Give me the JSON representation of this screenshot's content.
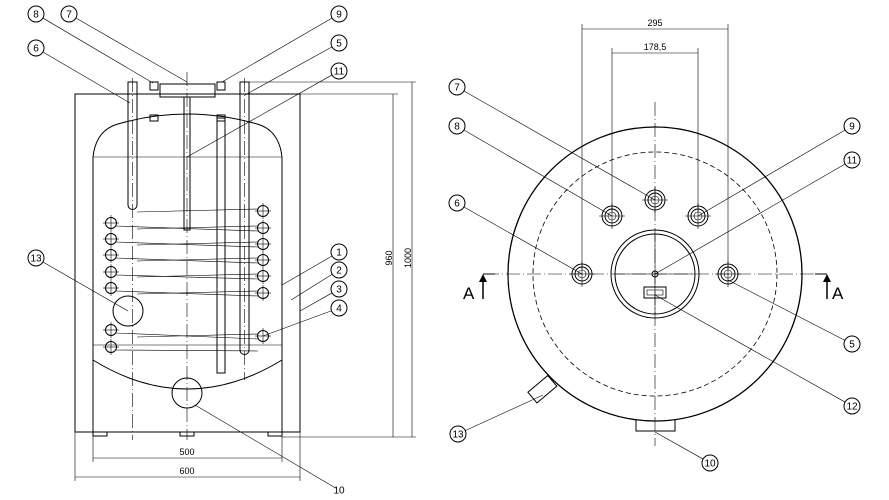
{
  "section_view": {
    "callouts": {
      "c8": "8",
      "c7": "7",
      "c6": "6",
      "c9": "9",
      "c5": "5",
      "c11": "11",
      "c13": "13",
      "c1": "1",
      "c2": "2",
      "c3": "3",
      "c4": "4",
      "c10": "10"
    },
    "dimensions": {
      "height_inner": "960",
      "height_total": "1000",
      "width_inner": "500",
      "width_total": "600"
    }
  },
  "top_view": {
    "callouts": {
      "c7": "7",
      "c8": "8",
      "c6": "6",
      "c9": "9",
      "c11": "11",
      "c5": "5",
      "c12": "12",
      "c13": "13",
      "c10": "10"
    },
    "dimensions": {
      "outer_spacing": "295",
      "inner_spacing": "178,5"
    },
    "section_marker_left": "A",
    "section_marker_right": "A"
  }
}
